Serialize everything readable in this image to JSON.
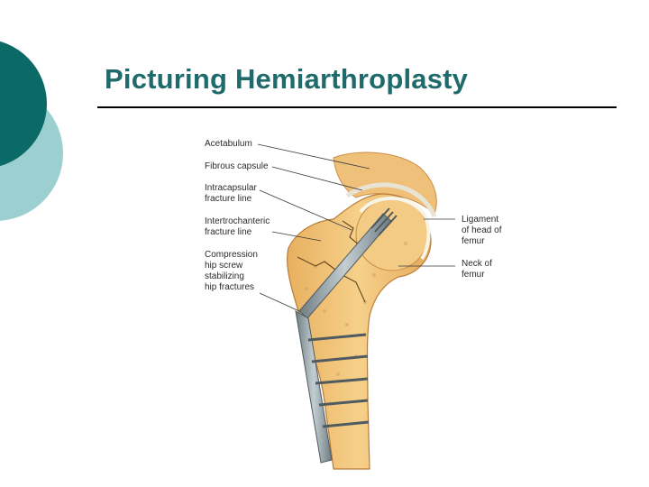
{
  "slide": {
    "title": "Picturing Hemiarthroplasty",
    "colors": {
      "title": "#1f6b6b",
      "accent_dark": "#0c6a66",
      "accent_light": "#9ccfd0",
      "bone": "#f2c57a",
      "implant": "#8f9ea4"
    }
  },
  "figure": {
    "labels": {
      "acetabulum": "Acetabulum",
      "fibrous_capsule": "Fibrous capsule",
      "intracapsular": "Intracapsular\nfracture line",
      "intertrochanteric": "Intertrochanteric\nfracture line",
      "compression_screw": "Compression\nhip screw\nstabilizing\nhip fractures",
      "ligament": "Ligament\nof head of\nfemur",
      "neck": "Neck of\nfemur"
    }
  }
}
